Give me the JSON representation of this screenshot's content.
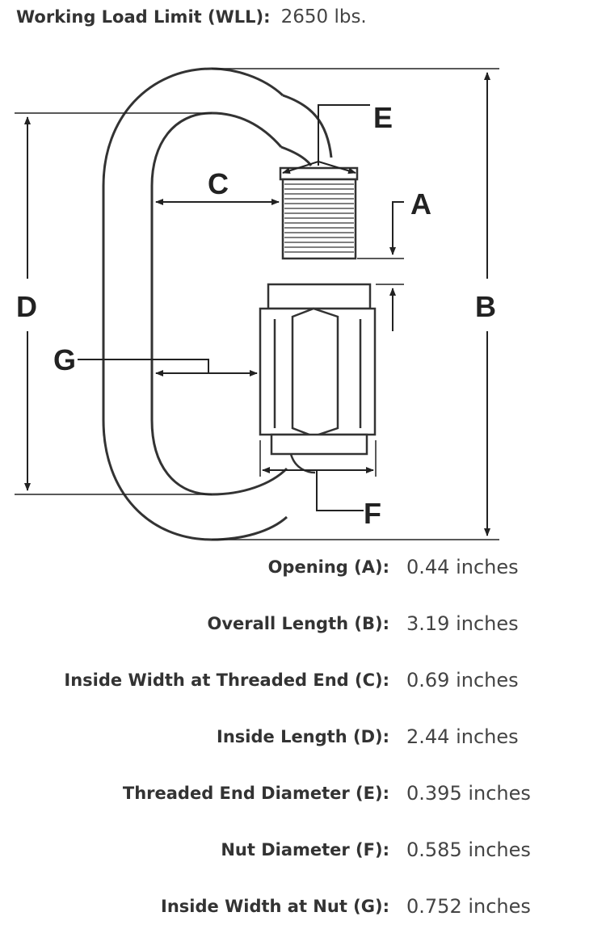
{
  "header": {
    "wll_label": "Working Load Limit (WLL):",
    "wll_value": "2650 lbs."
  },
  "diagram": {
    "labels": {
      "A": "A",
      "B": "B",
      "C": "C",
      "D": "D",
      "E": "E",
      "F": "F",
      "G": "G"
    },
    "line_color": "#222222"
  },
  "specs": [
    {
      "label": "Opening (A):",
      "value": "0.44 inches"
    },
    {
      "label": "Overall Length (B):",
      "value": "3.19 inches"
    },
    {
      "label": "Inside Width at Threaded End (C):",
      "value": "0.69 inches"
    },
    {
      "label": "Inside Length (D):",
      "value": "2.44 inches"
    },
    {
      "label": "Threaded End Diameter (E):",
      "value": "0.395 inches"
    },
    {
      "label": "Nut Diameter (F):",
      "value": "0.585 inches"
    },
    {
      "label": "Inside Width at Nut (G):",
      "value": "0.752 inches"
    }
  ]
}
